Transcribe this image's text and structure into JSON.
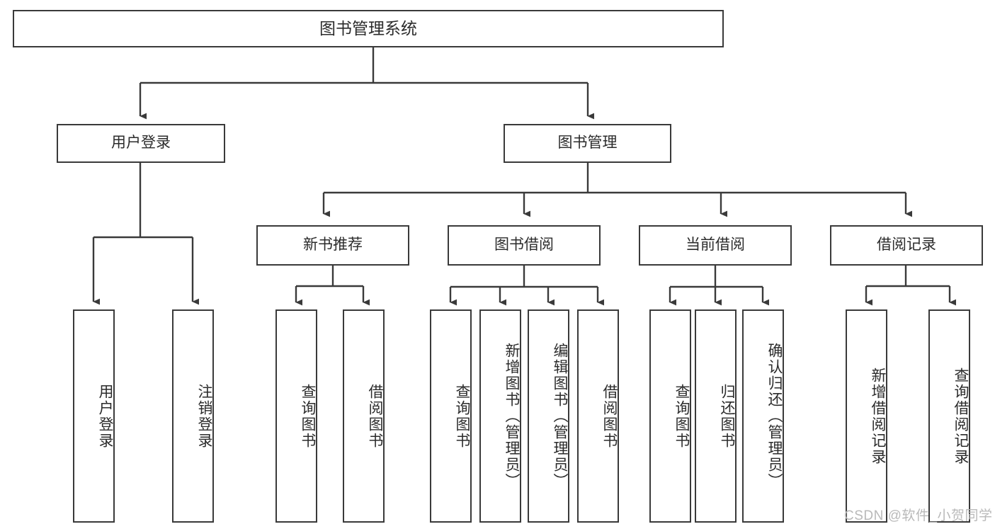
{
  "diagram": {
    "type": "hierarchy-tree",
    "title": "图书管理系统",
    "watermark": "CSDN @软件_小贺同学",
    "nodes": {
      "root": {
        "label": "图书管理系统"
      },
      "level1": [
        {
          "label": "用户登录"
        },
        {
          "label": "图书管理"
        }
      ],
      "level2": [
        {
          "label": "新书推荐"
        },
        {
          "label": "图书借阅"
        },
        {
          "label": "当前借阅"
        },
        {
          "label": "借阅记录"
        }
      ],
      "leaves": {
        "user_login": [
          {
            "label": "用户登录"
          },
          {
            "label": "注销登录"
          }
        ],
        "new_book_recommend": [
          {
            "label": "查询图书"
          },
          {
            "label": "借阅图书"
          }
        ],
        "book_borrow": [
          {
            "label": "查询图书"
          },
          {
            "label": "新增图书（管理员）"
          },
          {
            "label": "编辑图书（管理员）"
          },
          {
            "label": "借阅图书"
          }
        ],
        "current_borrow": [
          {
            "label": "查询图书"
          },
          {
            "label": "归还图书"
          },
          {
            "label": "确认归还（管理员）"
          }
        ],
        "borrow_record": [
          {
            "label": "新增借阅记录"
          },
          {
            "label": "查询借阅记录"
          }
        ]
      }
    },
    "colors": {
      "stroke": "#3a3a3a",
      "text": "#2b2b2b",
      "background": "#ffffff",
      "watermark": "#b9b9b9"
    }
  }
}
